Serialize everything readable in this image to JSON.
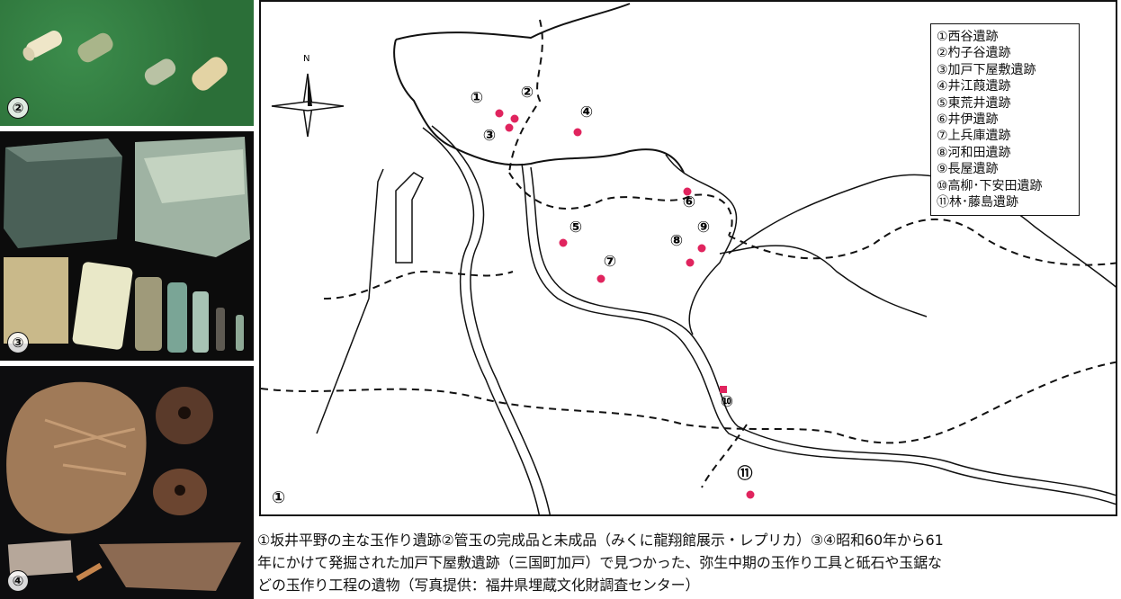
{
  "photos": {
    "p2": {
      "number": "②"
    },
    "p3": {
      "number": "③"
    },
    "p4": {
      "number": "④"
    }
  },
  "map": {
    "number": "①",
    "north_label": "N",
    "sites": [
      {
        "mark": "①",
        "name": "西谷遺跡"
      },
      {
        "mark": "②",
        "name": "杓子谷遺跡"
      },
      {
        "mark": "③",
        "name": "加戸下屋敷遺跡"
      },
      {
        "mark": "④",
        "name": "井江葭遺跡"
      },
      {
        "mark": "⑤",
        "name": "東荒井遺跡"
      },
      {
        "mark": "⑥",
        "name": "井伊遺跡"
      },
      {
        "mark": "⑦",
        "name": "上兵庫遺跡"
      },
      {
        "mark": "⑧",
        "name": "河和田遺跡"
      },
      {
        "mark": "⑨",
        "name": "長屋遺跡"
      },
      {
        "mark": "⑩",
        "name": "高柳･下安田遺跡"
      },
      {
        "mark": "⑪",
        "name": "林･藤島遺跡"
      }
    ],
    "site_color": "#e0245e"
  },
  "caption": {
    "line1": "①坂井平野の主な玉作り遺跡②管玉の完成品と未成品（みくに龍翔館展示・レプリカ）③④昭和60年から61",
    "line2": "年にかけて発掘された加戸下屋敷遺跡（三国町加戸）で見つかった、弥生中期の玉作り工具と砥石や玉鋸な",
    "line3": "どの玉作り工程の遺物（写真提供：福井県埋蔵文化財調査センター）"
  }
}
